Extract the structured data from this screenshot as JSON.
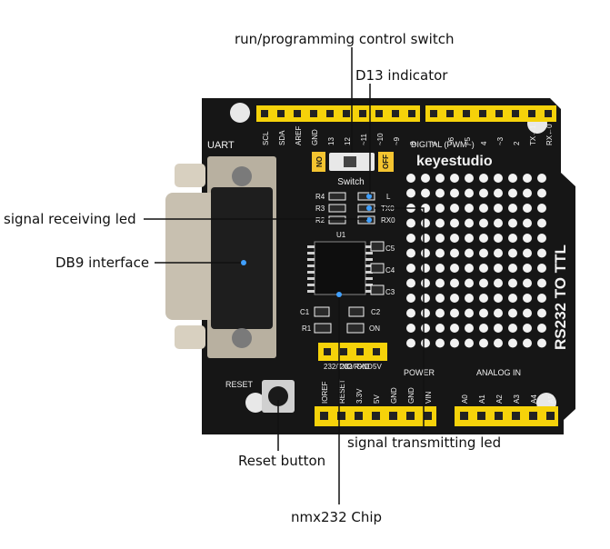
{
  "callouts": {
    "switch": "run/programming control switch",
    "d13": "D13 indicator",
    "rx_led": "signal receiving led",
    "db9": "DB9 interface",
    "tx_led": "signal transmitting led",
    "reset": "Reset button",
    "chip": "nmx232 Chip"
  },
  "board": {
    "brand": "keyestudio",
    "side_title": "RS232 TO TTL",
    "uart": "UART",
    "digital": "DIGITAL (PWM~)",
    "switch_label": "Switch",
    "no": "NO",
    "off": "OFF",
    "reset_label": "RESET",
    "power": "POWER",
    "analog_in": "ANALOG IN",
    "u1": "U1",
    "on": "ON",
    "led_l": "L",
    "led_tx": "TX0",
    "led_rx": "RX0",
    "r1": "R1",
    "r2": "R2",
    "r3": "R3",
    "r4": "R4",
    "c1": "C1",
    "c2": "C2",
    "c3": "C3",
    "c4": "C4",
    "c5": "C5",
    "jumper_labels": [
      "232/TXD",
      "232/RXD",
      "GND",
      "5V"
    ],
    "top_pins": [
      "SCL",
      "SDA",
      "AREF",
      "GND",
      "13",
      "12",
      "~11",
      "~10",
      "~9",
      "8",
      "7",
      "~6",
      "~5",
      "4",
      "~3",
      "2",
      "TX→1",
      "RX←0"
    ],
    "power_pins": [
      "IOREF",
      "RESET",
      "3.3V",
      "5V",
      "GND",
      "GND",
      "VIN"
    ],
    "analog_pins": [
      "A0",
      "A1",
      "A2",
      "A3",
      "A4",
      "A5"
    ]
  },
  "colors": {
    "pcb": "#161616",
    "header": "#f5d20a",
    "silk": "#f2f2f2",
    "silk_yellow": "#f4c430",
    "connector": "#c8c0b0",
    "led": "#40a0ff"
  }
}
